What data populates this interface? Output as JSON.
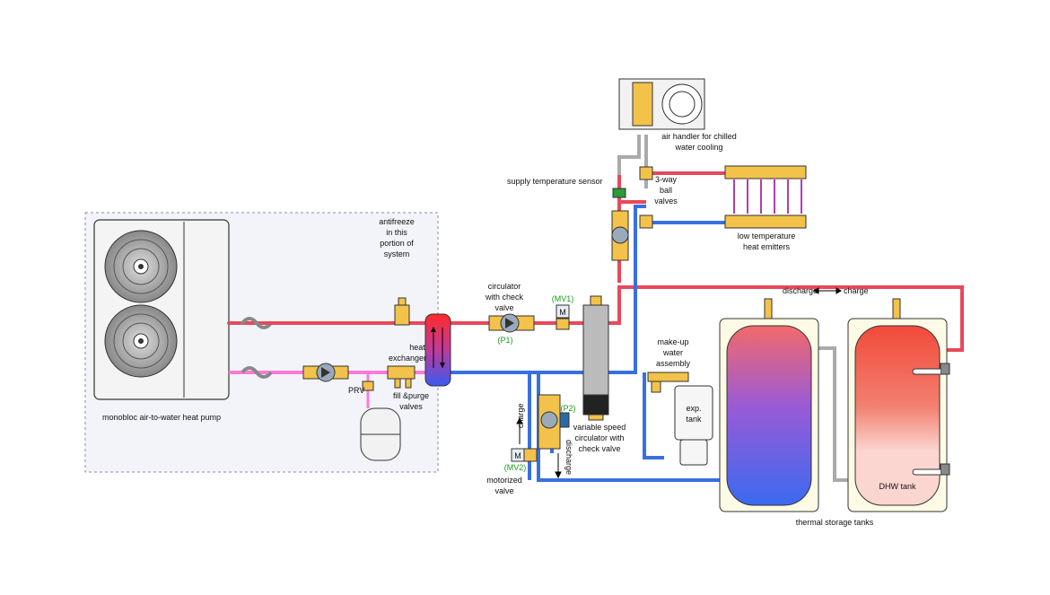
{
  "colors": {
    "hot": "#e8485a",
    "cold": "#3a6fe0",
    "glycol": "#ff7ad6",
    "grey_pipe": "#aaaaaa",
    "brass": "#f2c24a",
    "border_dash": "#8a8ab0"
  },
  "labels": {
    "antifreeze_1": "antifreeze",
    "antifreeze_2": "in this",
    "antifreeze_3": "portion of",
    "antifreeze_4": "system",
    "heat_pump": "monobloc air-to-water heat pump",
    "hx_1": "heat",
    "hx_2": "exchanger",
    "prv": "PRV",
    "fill_1": "fill &purge",
    "fill_2": "valves",
    "circ_1": "circulator",
    "circ_2": "with check",
    "circ_3": "valve",
    "p1": "(P1)",
    "mv1": "(MV1)",
    "m1": "M",
    "air_handler_1": "air handler for chilled",
    "air_handler_2": "water cooling",
    "sensor": "supply temperature sensor",
    "ball_1": "3-way",
    "ball_2": "ball",
    "ball_3": "valves",
    "emit_1": "low temperature",
    "emit_2": "heat emitters",
    "discharge_top": "discharge",
    "charge_top": "charge",
    "makeup_1": "make-up",
    "makeup_2": "water",
    "makeup_3": "assembly",
    "exp_1": "exp.",
    "exp_2": "tank",
    "p2": "(P2)",
    "vs_1": "variable speed",
    "vs_2": "circulator with",
    "vs_3": "check valve",
    "charge_v": "charge",
    "discharge_v": "discharge",
    "mv2": "(MV2)",
    "m2": "M",
    "motor_1": "motorized",
    "motor_2": "valve",
    "dhw": "DHW tank",
    "storage": "thermal storage tanks"
  }
}
